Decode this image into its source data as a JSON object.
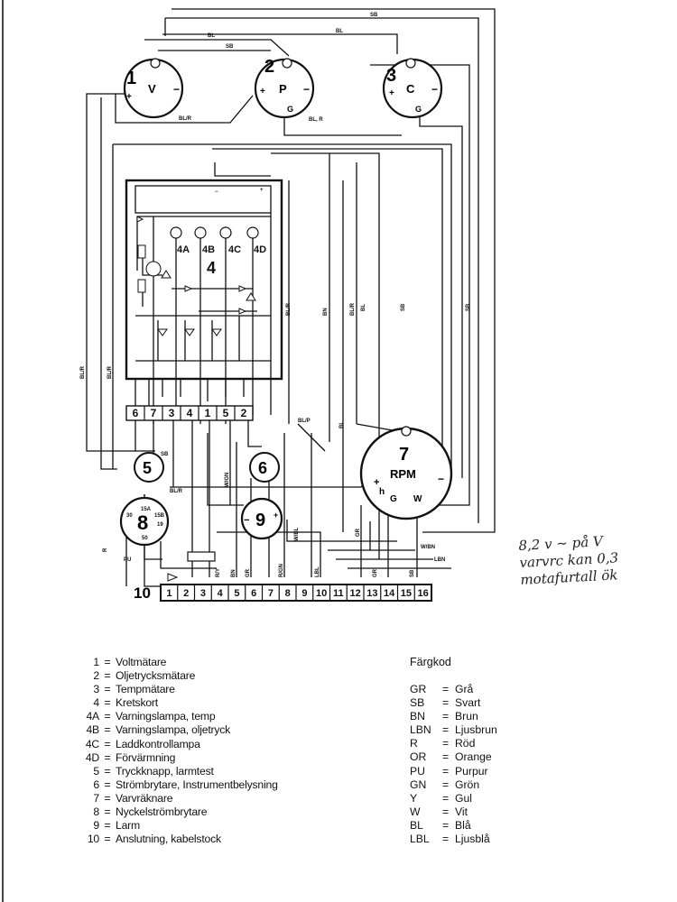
{
  "components": [
    {
      "num": "1",
      "label": "Voltmätare"
    },
    {
      "num": "2",
      "label": "Oljetrycksmätare"
    },
    {
      "num": "3",
      "label": "Tempmätare"
    },
    {
      "num": "4",
      "label": "Kretskort"
    },
    {
      "num": "4A",
      "label": "Varningslampa, temp"
    },
    {
      "num": "4B",
      "label": "Varningslampa, oljetryck"
    },
    {
      "num": "4C",
      "label": "Laddkontrollampa"
    },
    {
      "num": "4D",
      "label": "Förvärmning"
    },
    {
      "num": "5",
      "label": "Tryckknapp, larmtest"
    },
    {
      "num": "6",
      "label": "Strömbrytare, Instrumentbelysning"
    },
    {
      "num": "7",
      "label": "Varvräknare"
    },
    {
      "num": "8",
      "label": "Nyckelströmbrytare"
    },
    {
      "num": "9",
      "label": "Larm"
    },
    {
      "num": "10",
      "label": "Anslutning, kabelstock"
    }
  ],
  "color_code_title": "Färgkod",
  "color_codes": [
    {
      "code": "GR",
      "name": "Grå"
    },
    {
      "code": "SB",
      "name": "Svart"
    },
    {
      "code": "BN",
      "name": "Brun"
    },
    {
      "code": "LBN",
      "name": "Ljusbrun"
    },
    {
      "code": "R",
      "name": "Röd"
    },
    {
      "code": "OR",
      "name": "Orange"
    },
    {
      "code": "PU",
      "name": "Purpur"
    },
    {
      "code": "GN",
      "name": "Grön"
    },
    {
      "code": "Y",
      "name": "Gul"
    },
    {
      "code": "W",
      "name": "Vit"
    },
    {
      "code": "BL",
      "name": "Blå"
    },
    {
      "code": "LBL",
      "name": "Ljusblå"
    }
  ],
  "diagram": {
    "gauge1": {
      "num": "1",
      "letter": "V"
    },
    "gauge2": {
      "num": "2",
      "letter": "P",
      "ground": "G"
    },
    "gauge3": {
      "num": "3",
      "letter": "C",
      "ground": "G"
    },
    "board_num": "4",
    "lamps": [
      "4A",
      "4B",
      "4C",
      "4D"
    ],
    "board_terminals": [
      "6",
      "7",
      "3",
      "4",
      "1",
      "5",
      "2"
    ],
    "comp5": "5",
    "comp6": "6",
    "rpm": {
      "num": "7",
      "label": "RPM",
      "h": "h",
      "g": "G",
      "w": "W"
    },
    "key": {
      "num": "8",
      "terminals": [
        "15A",
        "30",
        "15B",
        "19",
        "50"
      ]
    },
    "alarm": "9",
    "connector_num": "10",
    "connector_terminals": [
      "1",
      "2",
      "3",
      "4",
      "5",
      "6",
      "7",
      "8",
      "9",
      "10",
      "11",
      "12",
      "13",
      "14",
      "15",
      "16"
    ],
    "wire_labels": {
      "sb": "SB",
      "bl": "BL",
      "blr": "BL/R",
      "br": "BL, R",
      "bn": "BN",
      "gr": "GR",
      "wgn": "W/GN",
      "rgn": "R/GN",
      "wbl": "W/BL",
      "lbl": "LBL",
      "lbn": "LBN",
      "wbn": "W/BN",
      "pu": "PU",
      "r": "R",
      "ry": "R/Y",
      "blp": "BL/P"
    }
  },
  "handwritten_note": [
    "8,2 v ~ på V",
    "varvrc kan 0,3",
    "motafurtall ök"
  ]
}
